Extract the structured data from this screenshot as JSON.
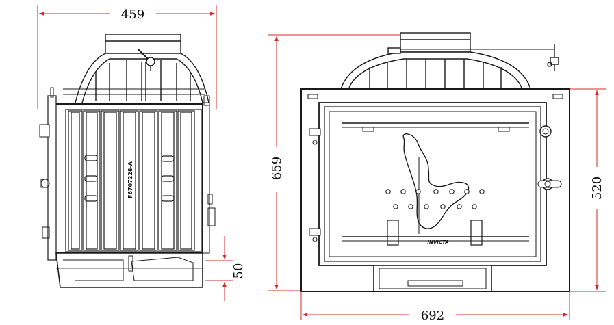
{
  "dimensions": {
    "side_width": "459",
    "bottom_offset": "50",
    "front_height": "659",
    "front_width": "692",
    "door_height": "520"
  },
  "labels": {
    "side_stamp": "F6707228-A",
    "front_logo": "INVICTA"
  },
  "colors": {
    "dimension_line": "#d62828",
    "drawing_line": "#1a1a1a"
  }
}
